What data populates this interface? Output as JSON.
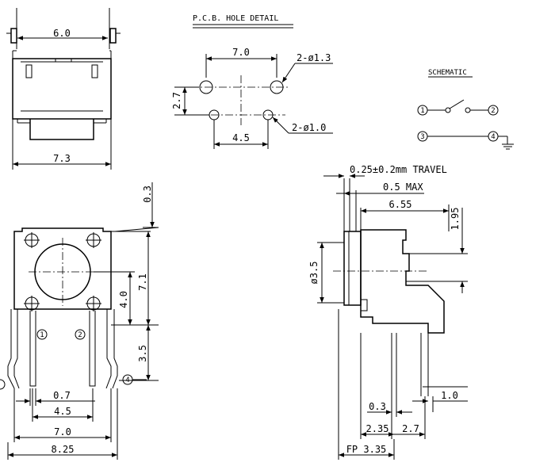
{
  "pcb_title": "P.C.B. HOLE DETAIL",
  "schematic_title": "SCHEMATIC",
  "top_view": {
    "width_60": "6.0",
    "width_73": "7.3"
  },
  "pcb": {
    "spacing_70": "7.0",
    "holes_13": "2-ø1.3",
    "pitch_27": "2.7",
    "holes_10": "2-ø1.0",
    "spacing_45": "4.5"
  },
  "front_view": {
    "dim_03": "0.3",
    "dim_71": "7.1",
    "dim_40": "4.0",
    "dim_35": "3.5",
    "dim_07": "0.7",
    "dim_45": "4.5",
    "dim_70": "7.0",
    "dim_825": "8.25",
    "pin_1": "1",
    "pin_2": "2",
    "pin_4": "4"
  },
  "side_view": {
    "travel": "0.25±0.2mm TRAVEL",
    "max": "0.5 MAX",
    "dim_655": "6.55",
    "dim_195": "1.95",
    "dia_35": "ø3.5",
    "dim_10": "1.0",
    "dim_03": "0.3",
    "dim_235": "2.35",
    "dim_27": "2.7",
    "fp": "FP 3.35"
  },
  "schematic": {
    "t1": "1",
    "t2": "2",
    "t3": "3",
    "t4": "4"
  }
}
